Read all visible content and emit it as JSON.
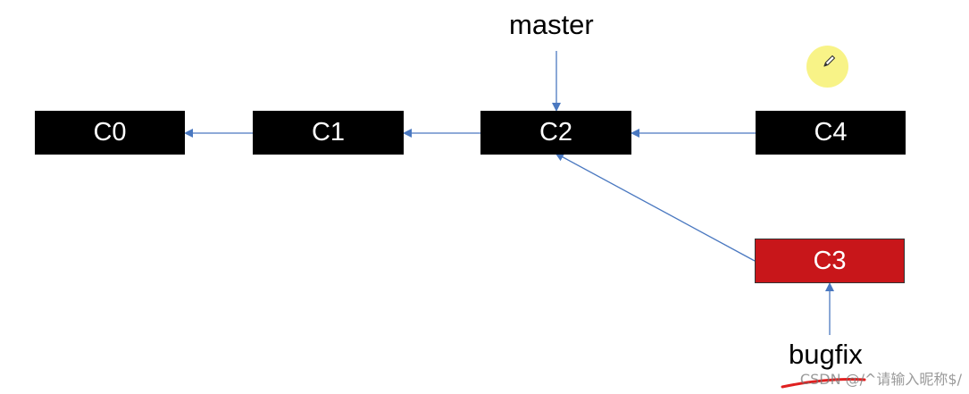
{
  "commits": {
    "c0": "C0",
    "c1": "C1",
    "c2": "C2",
    "c3": "C3",
    "c4": "C4"
  },
  "branches": {
    "master": "master",
    "bugfix": "bugfix"
  },
  "watermark": "CSDN @/^请输入昵称$/",
  "colors": {
    "commit_dark": "#000000",
    "commit_highlight": "#c8161a",
    "arrow": "#4a78c0",
    "cursor_highlight": "#f7f27a",
    "underline": "#e02020"
  },
  "icons": {
    "cursor": "pencil-icon"
  }
}
